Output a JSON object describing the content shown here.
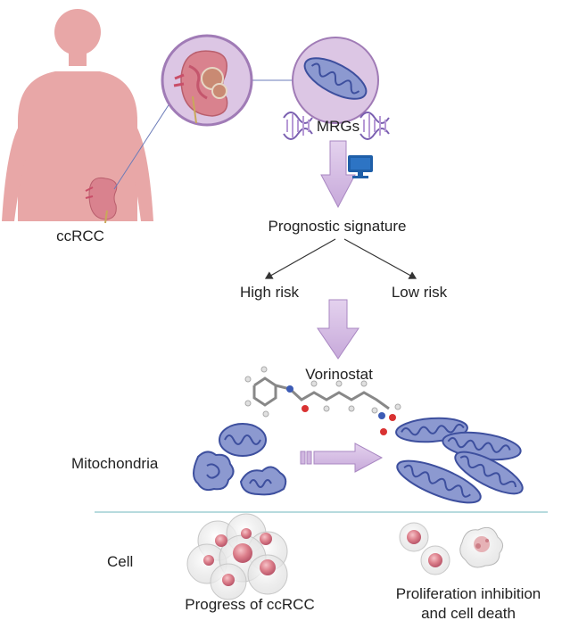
{
  "labels": {
    "ccrcc": "ccRCC",
    "mrgs": "MRGs",
    "prognostic_signature": "Prognostic signature",
    "high_risk": "High risk",
    "low_risk": "Low risk",
    "vorinostat": "Vorinostat",
    "mitochondria": "Mitochondria",
    "cell": "Cell",
    "progress": "Progress of ccRCC",
    "proliferation_line1": "Proliferation inhibition",
    "proliferation_line2": "and cell death"
  },
  "icons": {
    "body": "human-body-icon",
    "kidney": "kidney-icon",
    "mitochondrion": "mitochondrion-icon",
    "dna": "dna-helix-icon",
    "computer": "computer-monitor-icon",
    "molecule": "vorinostat-molecule-icon",
    "cell": "cell-icon"
  },
  "colors": {
    "body": "#e8a7a7",
    "kidney": "#d9828e",
    "circle": "#dcc6e4",
    "mito_fill": "#8c99d0",
    "mito_stroke": "#3d4f9e",
    "arrow": "#d1b7e0",
    "computer": "#1f5fa8",
    "divider": "#9fcfd3",
    "cell": "#d97b86"
  }
}
